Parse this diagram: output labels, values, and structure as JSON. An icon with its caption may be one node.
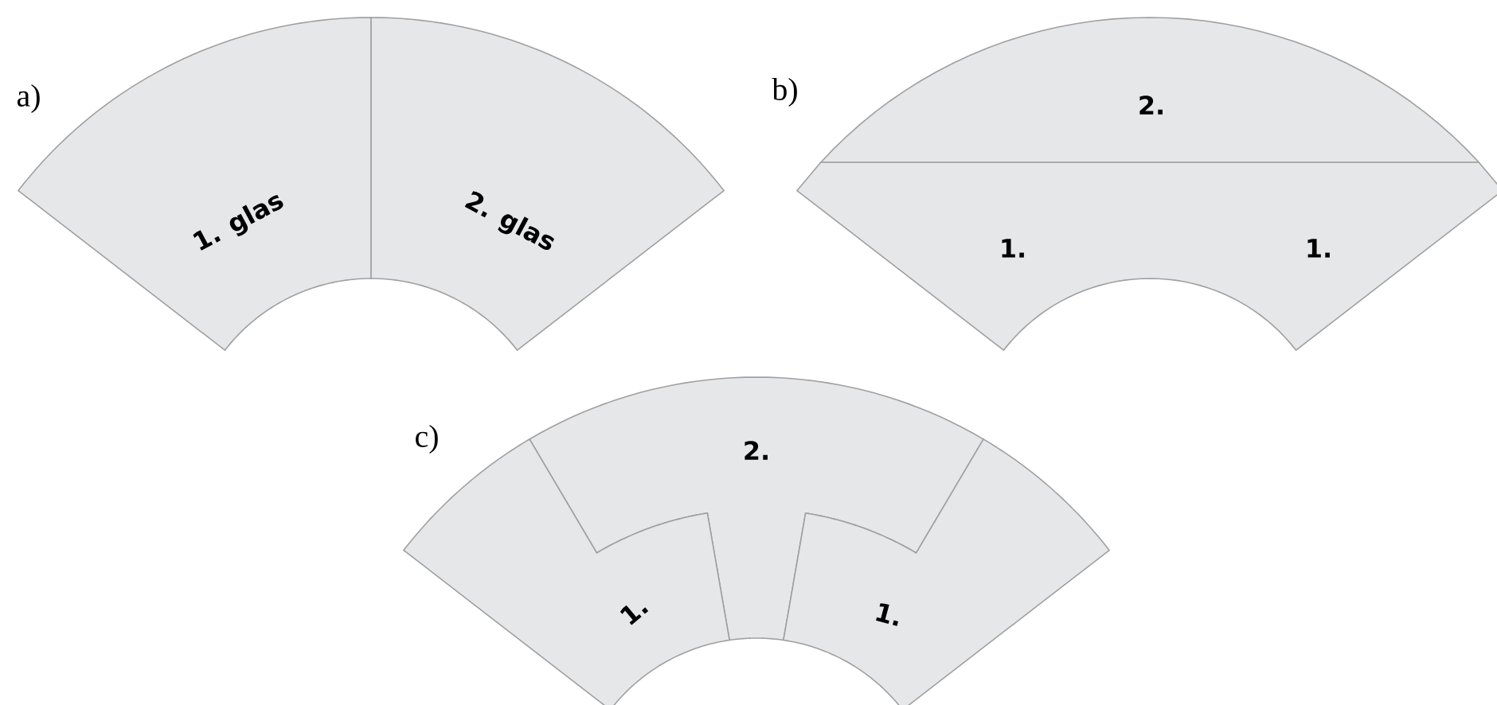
{
  "diagram": {
    "nodes": [
      {
        "text": [
          "1. glas"
        ]
      },
      {
        "text": [
          "2. glas"
        ]
      },
      {
        "text": [
          "2."
        ]
      },
      {
        "text": [
          "1.",
          "1."
        ]
      },
      {
        "text": [
          "2."
        ]
      },
      {
        "text": [
          "1."
        ]
      },
      {
        "text": [
          "1."
        ]
      }
    ],
    "labels": [
      "a)",
      "b)",
      "c)"
    ]
  }
}
